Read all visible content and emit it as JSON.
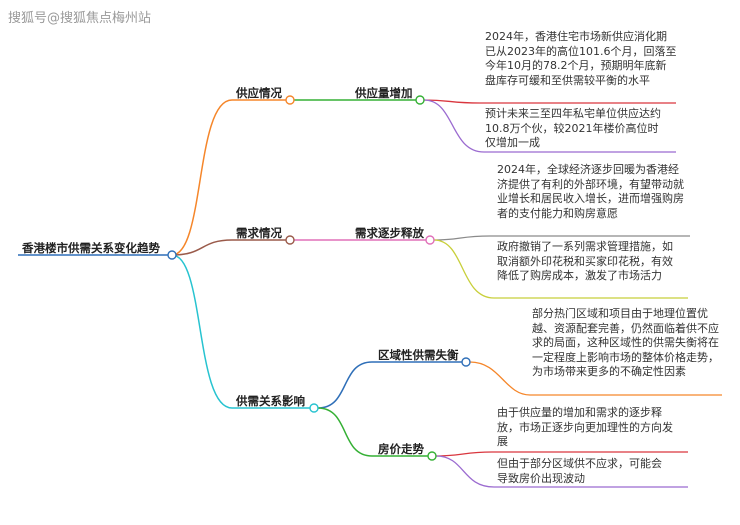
{
  "watermark": "搜狐号@搜狐焦点梅州站",
  "root": "香港楼市供需关系变化趋势",
  "branches": [
    {
      "label": "供应情况",
      "color": "#f5862a",
      "children": [
        {
          "label": "供应量增加",
          "color": "#35b035",
          "leaves": [
            {
              "text": "2024年，香港住宅市场新供应消化期已从2023年的高位101.6个月，回落至今年10月的78.2个月，预期明年底新盘库存可缓和至供需较平衡的水平",
              "color": "#d9363e"
            },
            {
              "text": "预计未来三至四年私宅单位供应达约10.8万个伙，较2021年楼价高位时仅增加一成",
              "color": "#9b6bd0"
            }
          ]
        }
      ]
    },
    {
      "label": "需求情况",
      "color": "#9a5a4a",
      "children": [
        {
          "label": "需求逐步释放",
          "color": "#e070b8",
          "leaves": [
            {
              "text": "2024年，全球经济逐步回暖为香港经济提供了有利的外部环境，有望带动就业增长和居民收入增长，进而增强购房者的支付能力和购房意愿",
              "color": "#8a8a8a"
            },
            {
              "text": "政府撤销了一系列需求管理措施，如取消额外印花税和买家印花税，有效降低了购房成本，激发了市场活力",
              "color": "#c8cf3a"
            }
          ]
        }
      ]
    },
    {
      "label": "供需关系影响",
      "color": "#27c3d0",
      "children": [
        {
          "label": "区域性供需失衡",
          "color": "#2f6fb8",
          "leaves": [
            {
              "text": "部分热门区域和项目由于地理位置优越、资源配套完善，仍然面临着供不应求的局面，这种区域性的供需失衡将在一定程度上影响市场的整体价格走势，为市场带来更多的不确定性因素",
              "color": "#f5862a"
            }
          ]
        },
        {
          "label": "房价走势",
          "color": "#35b035",
          "leaves": [
            {
              "text": "由于供应量的增加和需求的逐步释放，市场正逐步向更加理性的方向发展",
              "color": "#d9363e"
            },
            {
              "text": "但由于部分区域供不应求，可能会导致房价出现波动",
              "color": "#9b6bd0"
            }
          ]
        }
      ]
    }
  ]
}
